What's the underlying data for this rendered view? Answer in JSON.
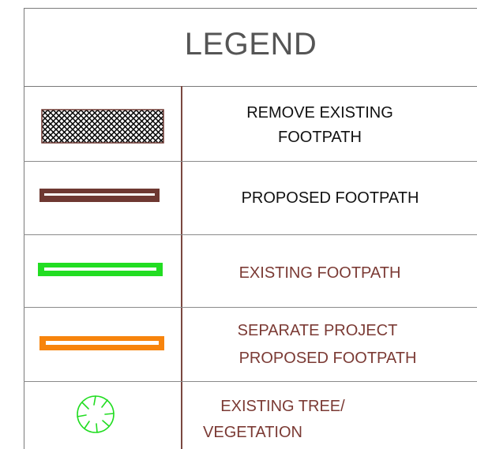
{
  "legend": {
    "title": "LEGEND",
    "colors": {
      "frame": "#7a7a7a",
      "divider": "#7a4740",
      "brown": "#6e3832",
      "green": "#22dd22",
      "orange": "#f7840c",
      "dark_text": "#111111",
      "brown_text": "#7b3a34"
    },
    "items": [
      {
        "symbol": "hatched-rectangle-icon",
        "label_line1": "REMOVE EXISTING",
        "label_line2": "FOOTPATH"
      },
      {
        "symbol": "brown-double-line-icon",
        "label_line1": "PROPOSED FOOTPATH"
      },
      {
        "symbol": "green-double-line-icon",
        "label_line1": "EXISTING FOOTPATH"
      },
      {
        "symbol": "orange-double-line-icon",
        "label_line1": "SEPARATE PROJECT",
        "label_line2": "PROPOSED FOOTPATH"
      },
      {
        "symbol": "tree-circle-icon",
        "label_line1": "EXISTING TREE/",
        "label_line2": "VEGETATION"
      }
    ]
  }
}
